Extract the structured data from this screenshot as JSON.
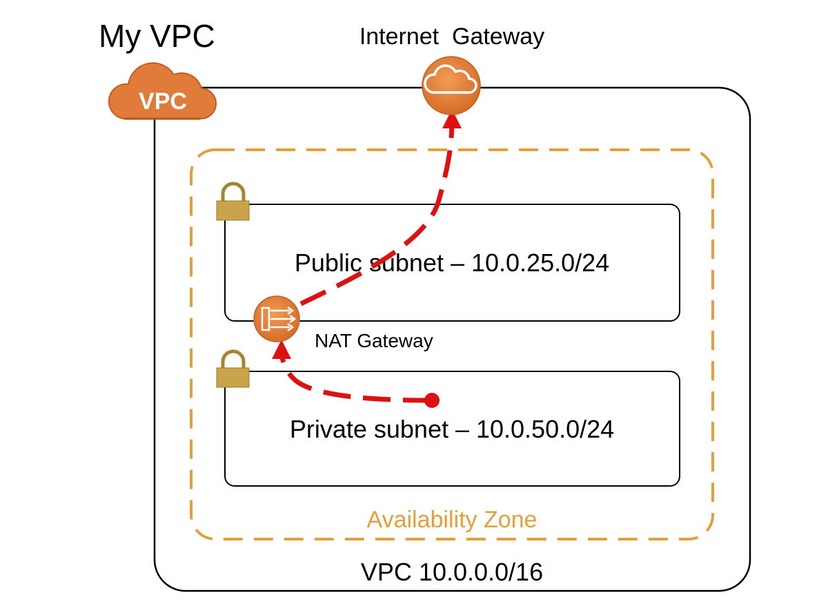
{
  "diagram": {
    "vpc_name": "My VPC",
    "vpc_badge": "VPC",
    "internet_gateway_label": "Internet  Gateway",
    "public_subnet_label": "Public subnet – 10.0.25.0/24",
    "private_subnet_label": "Private subnet – 10.0.50.0/24",
    "nat_gateway_label": "NAT Gateway",
    "availability_zone_label": "Availability Zone",
    "vpc_cidr_label": "VPC 10.0.0.0/16"
  },
  "colors": {
    "aws_orange": "#E07B39",
    "az_dashed_orange": "#E3A03A",
    "traffic_red": "#DD1111",
    "lock_gold": "#CAA44A",
    "outline": "#000000"
  },
  "icons": {
    "vpc": "cloud-badge-icon",
    "internet_gateway": "cloud-icon",
    "nat_gateway": "nat-arrows-icon",
    "subnet_lock": "padlock-icon"
  }
}
